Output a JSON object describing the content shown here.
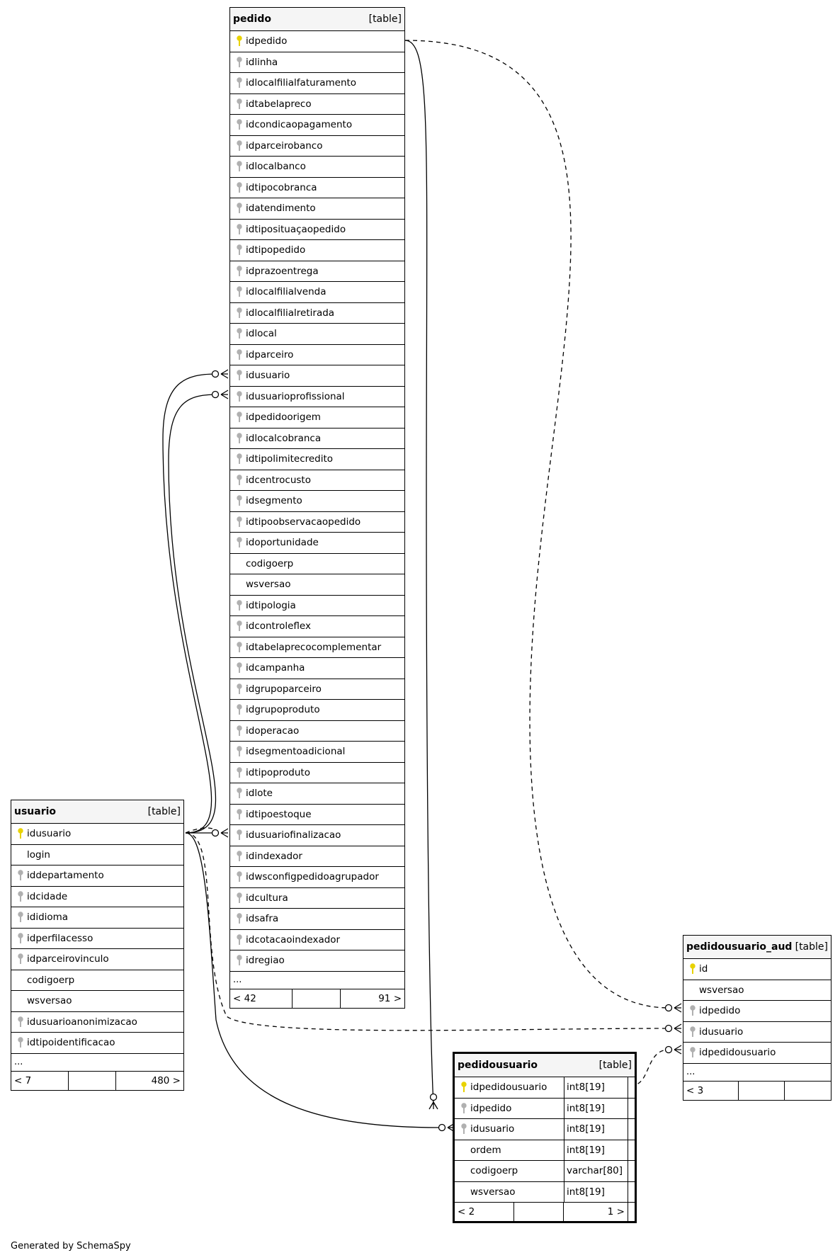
{
  "footer": "Generated by SchemaSpy",
  "tables": {
    "pedido": {
      "name": "pedido",
      "kind": "[table]",
      "columns": [
        {
          "n": "idpedido",
          "k": "pk"
        },
        {
          "n": "idlinha",
          "k": "fk"
        },
        {
          "n": "idlocalfilialfaturamento",
          "k": "fk"
        },
        {
          "n": "idtabelapreco",
          "k": "fk"
        },
        {
          "n": "idcondicaopagamento",
          "k": "fk"
        },
        {
          "n": "idparceirobanco",
          "k": "fk"
        },
        {
          "n": "idlocalbanco",
          "k": "fk"
        },
        {
          "n": "idtipocobranca",
          "k": "fk"
        },
        {
          "n": "idatendimento",
          "k": "fk"
        },
        {
          "n": "idtiposituaçaopedido",
          "k": "fk"
        },
        {
          "n": "idtipopedido",
          "k": "fk"
        },
        {
          "n": "idprazoentrega",
          "k": "fk"
        },
        {
          "n": "idlocalfilialvenda",
          "k": "fk"
        },
        {
          "n": "idlocalfilialretirada",
          "k": "fk"
        },
        {
          "n": "idlocal",
          "k": "fk"
        },
        {
          "n": "idparceiro",
          "k": "fk"
        },
        {
          "n": "idusuario",
          "k": "fk"
        },
        {
          "n": "idusuarioprofissional",
          "k": "fk"
        },
        {
          "n": "idpedidoorigem",
          "k": "fk"
        },
        {
          "n": "idlocalcobranca",
          "k": "fk"
        },
        {
          "n": "idtipolimitecredito",
          "k": "fk"
        },
        {
          "n": "idcentrocusto",
          "k": "fk"
        },
        {
          "n": "idsegmento",
          "k": "fk"
        },
        {
          "n": "idtipoobservacaopedido",
          "k": "fk"
        },
        {
          "n": "idoportunidade",
          "k": "fk"
        },
        {
          "n": "codigoerp",
          "k": ""
        },
        {
          "n": "wsversao",
          "k": ""
        },
        {
          "n": "idtipologia",
          "k": "fk"
        },
        {
          "n": "idcontroleflex",
          "k": "fk"
        },
        {
          "n": "idtabelaprecocomplementar",
          "k": "fk"
        },
        {
          "n": "idcampanha",
          "k": "fk"
        },
        {
          "n": "idgrupoparceiro",
          "k": "fk"
        },
        {
          "n": "idgrupoproduto",
          "k": "fk"
        },
        {
          "n": "idoperacao",
          "k": "fk"
        },
        {
          "n": "idsegmentoadicional",
          "k": "fk"
        },
        {
          "n": "idtipoproduto",
          "k": "fk"
        },
        {
          "n": "idlote",
          "k": "fk"
        },
        {
          "n": "idtipoestoque",
          "k": "fk"
        },
        {
          "n": "idusuariofinalizacao",
          "k": "fk"
        },
        {
          "n": "idindexador",
          "k": "fk"
        },
        {
          "n": "idwsconfigpedidoagrupador",
          "k": "fk"
        },
        {
          "n": "idcultura",
          "k": "fk"
        },
        {
          "n": "idsafra",
          "k": "fk"
        },
        {
          "n": "idcotacaoindexador",
          "k": "fk"
        },
        {
          "n": "idregiao",
          "k": "fk"
        }
      ],
      "ellipsis": "...",
      "nav_left": "< 42",
      "nav_right": "91 >"
    },
    "usuario": {
      "name": "usuario",
      "kind": "[table]",
      "columns": [
        {
          "n": "idusuario",
          "k": "pk"
        },
        {
          "n": "login",
          "k": ""
        },
        {
          "n": "iddepartamento",
          "k": "fk"
        },
        {
          "n": "idcidade",
          "k": "fk"
        },
        {
          "n": "ididioma",
          "k": "fk"
        },
        {
          "n": "idperfilacesso",
          "k": "fk"
        },
        {
          "n": "idparceirovinculo",
          "k": "fk"
        },
        {
          "n": "codigoerp",
          "k": ""
        },
        {
          "n": "wsversao",
          "k": ""
        },
        {
          "n": "idusuarioanonimizacao",
          "k": "fk"
        },
        {
          "n": "idtipoidentificacao",
          "k": "fk"
        }
      ],
      "ellipsis": "...",
      "nav_left": "< 7",
      "nav_right": "480 >"
    },
    "pedidousuario_aud": {
      "name": "pedidousuario_aud",
      "kind": "[table]",
      "columns": [
        {
          "n": "id",
          "k": "pk"
        },
        {
          "n": "wsversao",
          "k": ""
        },
        {
          "n": "idpedido",
          "k": "fk"
        },
        {
          "n": "idusuario",
          "k": "fk"
        },
        {
          "n": "idpedidousuario",
          "k": "fk"
        }
      ],
      "ellipsis": "...",
      "nav_left": "< 3",
      "nav_right": ""
    },
    "pedidousuario": {
      "name": "pedidousuario",
      "kind": "[table]",
      "columns": [
        {
          "n": "idpedidousuario",
          "k": "pk",
          "t": "int8[19]"
        },
        {
          "n": "idpedido",
          "k": "fk",
          "t": "int8[19]"
        },
        {
          "n": "idusuario",
          "k": "fk",
          "t": "int8[19]"
        },
        {
          "n": "ordem",
          "k": "",
          "t": "int8[19]"
        },
        {
          "n": "codigoerp",
          "k": "",
          "t": "varchar[80]"
        },
        {
          "n": "wsversao",
          "k": "",
          "t": "int8[19]"
        }
      ],
      "nav_left": "< 2",
      "nav_right": "1 >"
    }
  },
  "colors": {
    "pk_key": "#e8d200",
    "fk_key": "#b0b0b0",
    "header_bg": "#f5f5f5"
  }
}
